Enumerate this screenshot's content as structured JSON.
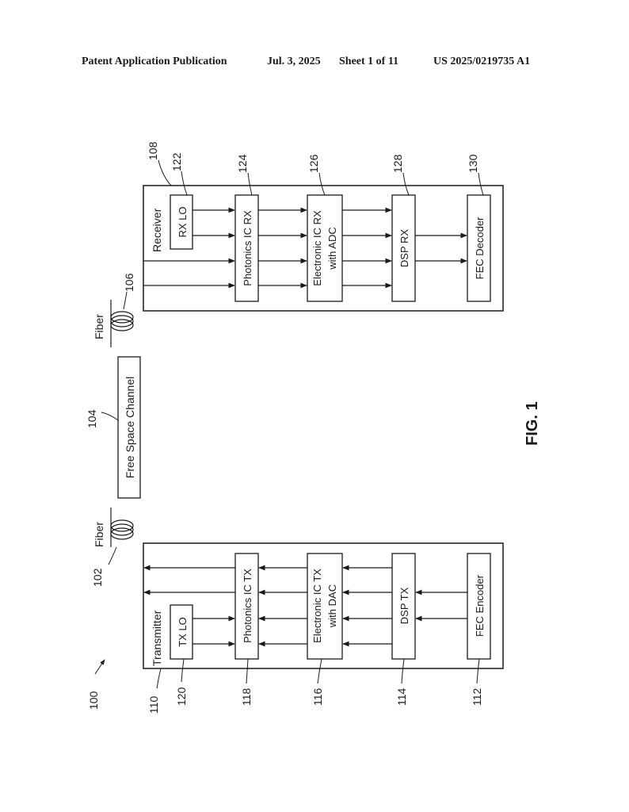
{
  "header": {
    "publication": "Patent Application Publication",
    "date": "Jul. 3, 2025",
    "sheet": "Sheet 1 of 11",
    "pub_number": "US 2025/0219735 A1"
  },
  "figure": {
    "caption": "FIG. 1",
    "system_ref": "100",
    "transmitter": {
      "label": "Transmitter",
      "ref": "110",
      "blocks": [
        {
          "label": "TX LO",
          "ref": "120"
        },
        {
          "label": "Photonics IC TX",
          "ref": "118"
        },
        {
          "label": "Electronic IC TX",
          "label2": "with DAC",
          "ref": "116"
        },
        {
          "label": "DSP TX",
          "ref": "114"
        },
        {
          "label": "FEC Encoder",
          "ref": "112"
        }
      ]
    },
    "receiver": {
      "label": "Receiver",
      "ref": "108",
      "blocks": [
        {
          "label": "RX LO",
          "ref": "122"
        },
        {
          "label": "Photonics IC RX",
          "ref": "124"
        },
        {
          "label": "Electronic IC RX",
          "label2": "with ADC",
          "ref": "126"
        },
        {
          "label": "DSP RX",
          "ref": "128"
        },
        {
          "label": "FEC Decoder",
          "ref": "130"
        }
      ]
    },
    "fiber_tx": {
      "label": "Fiber",
      "ref": "102"
    },
    "fiber_rx": {
      "label": "Fiber",
      "ref": "106"
    },
    "channel": {
      "label": "Free Space Channel",
      "ref": "104"
    }
  }
}
